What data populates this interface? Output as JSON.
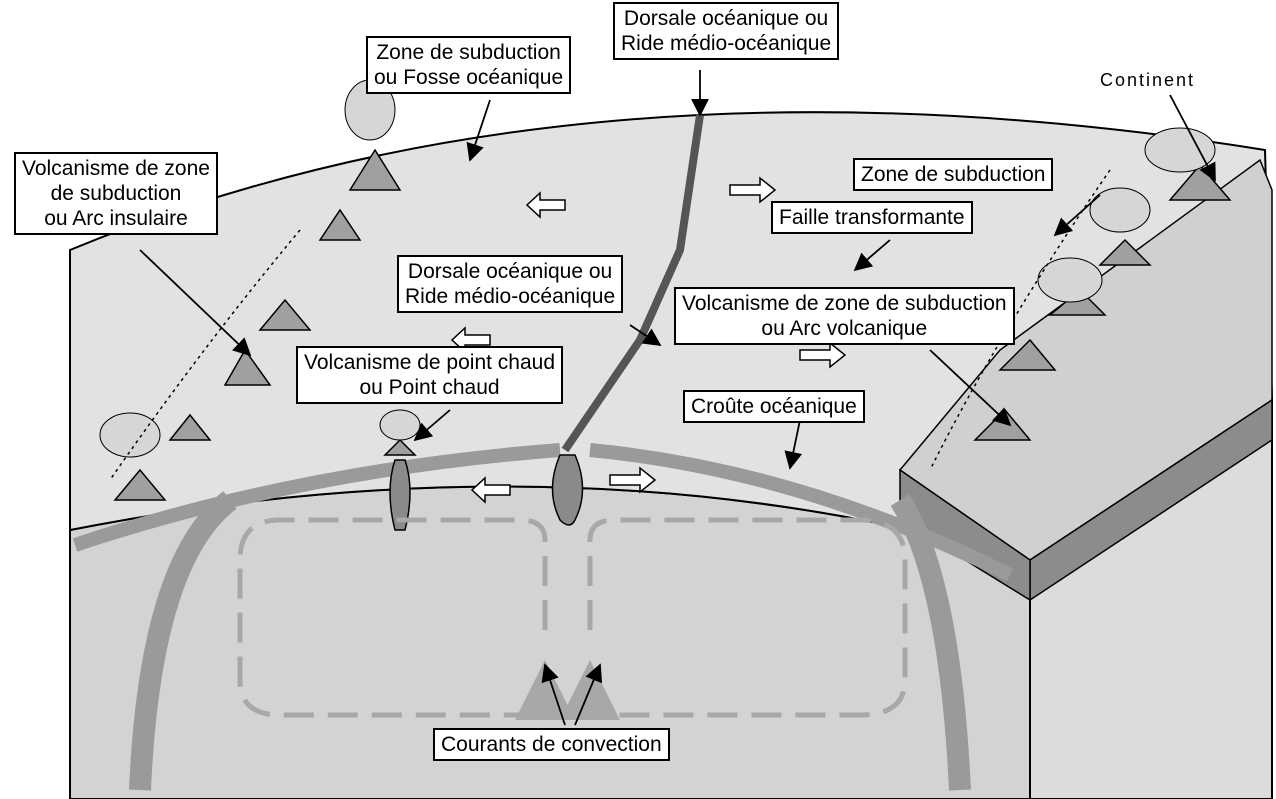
{
  "labels": {
    "ridge_top": [
      "Dorsale océanique ou",
      "Ride médio-océanique"
    ],
    "subduction_trench": [
      "Zone de subduction",
      "ou Fosse océanique"
    ],
    "continent": "Continent",
    "volcanism_island_arc": [
      "Volcanisme de zone",
      "de subduction",
      "ou Arc insulaire"
    ],
    "subduction_right": "Zone de subduction",
    "transform_fault": "Faille transformante",
    "ridge_middle": [
      "Dorsale océanique ou",
      "Ride médio-océanique"
    ],
    "volcanism_volcanic_arc": [
      "Volcanisme de zone de subduction",
      "ou Arc volcanique"
    ],
    "hotspot": [
      "Volcanisme de point chaud",
      "ou Point chaud"
    ],
    "oceanic_crust": "Croûte océanique",
    "convection": "Courants de convection"
  },
  "colors": {
    "ocean_surface": "#e2e2e2",
    "mantle": "#d3d3d3",
    "crust": "#9a9a9a",
    "continent_side": "#8c8c8c",
    "arrows": "#a8a8a8"
  }
}
